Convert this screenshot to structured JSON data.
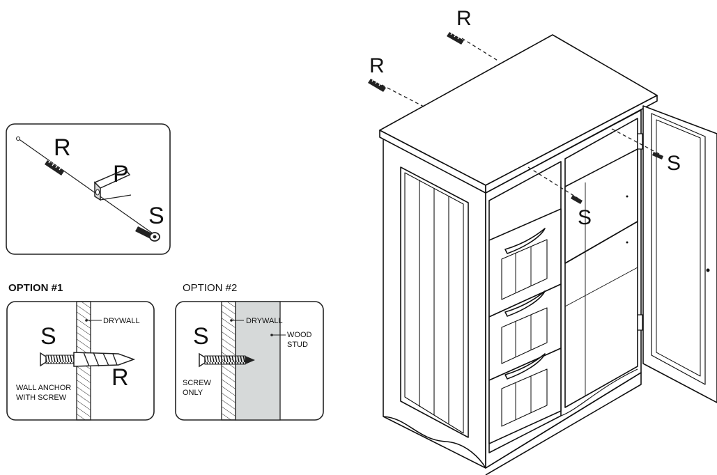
{
  "parts_box": {
    "label_r": "R",
    "label_p": "P",
    "label_s": "S"
  },
  "option1": {
    "title": "OPTION #1",
    "drywall": "DRYWALL",
    "label_s": "S",
    "label_r": "R",
    "note_line1": "WALL ANCHOR",
    "note_line2": "WITH SCREW"
  },
  "option2": {
    "title": "OPTION #2",
    "drywall": "DRYWALL",
    "stud_line1": "WOOD",
    "stud_line2": "STUD",
    "label_s": "S",
    "note_line1": "SCREW",
    "note_line2": "ONLY"
  },
  "cabinet": {
    "label_r_top": "R",
    "label_r_left": "R",
    "label_s_right": "S",
    "label_s_inner": "S"
  }
}
